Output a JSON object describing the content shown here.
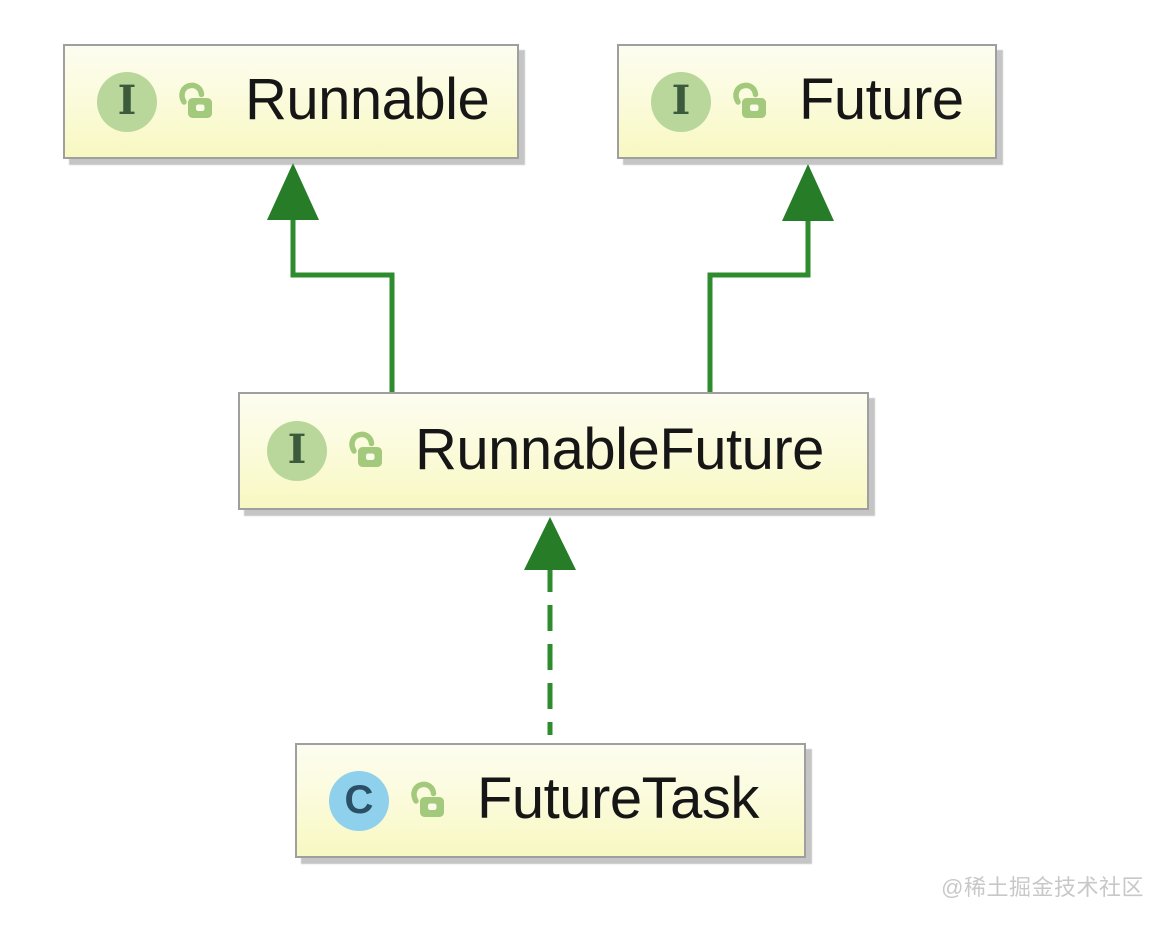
{
  "nodes": [
    {
      "label": "Runnable",
      "kind": "interface",
      "kind_letter": "I",
      "visibility_icon": "open-lock"
    },
    {
      "label": "Future",
      "kind": "interface",
      "kind_letter": "I",
      "visibility_icon": "open-lock"
    },
    {
      "label": "RunnableFuture",
      "kind": "interface",
      "kind_letter": "I",
      "visibility_icon": "open-lock"
    },
    {
      "label": "FutureTask",
      "kind": "class",
      "kind_letter": "C",
      "visibility_icon": "open-lock"
    }
  ],
  "edges": [
    {
      "from": "RunnableFuture",
      "to": "Runnable",
      "relation": "extends",
      "line": "solid",
      "arrowhead": "filled-triangle"
    },
    {
      "from": "RunnableFuture",
      "to": "Future",
      "relation": "extends",
      "line": "solid",
      "arrowhead": "filled-triangle"
    },
    {
      "from": "FutureTask",
      "to": "RunnableFuture",
      "relation": "implements",
      "line": "dashed",
      "arrowhead": "filled-triangle"
    }
  ],
  "colors": {
    "node_fill_top": "#fcfdf0",
    "node_fill_bottom": "#f8f8c2",
    "node_border": "#9f9f9f",
    "interface_badge": "#b9d69b",
    "interface_letter": "#3c5a3c",
    "class_badge": "#8fd0ec",
    "class_letter": "#2a4f66",
    "lock_green": "#a3ca7c",
    "edge_green": "#2e8b2e",
    "label_text": "#161616",
    "watermark_gray": "#c8c8c8"
  },
  "watermark": {
    "text": "@稀土掘金技术社区"
  }
}
